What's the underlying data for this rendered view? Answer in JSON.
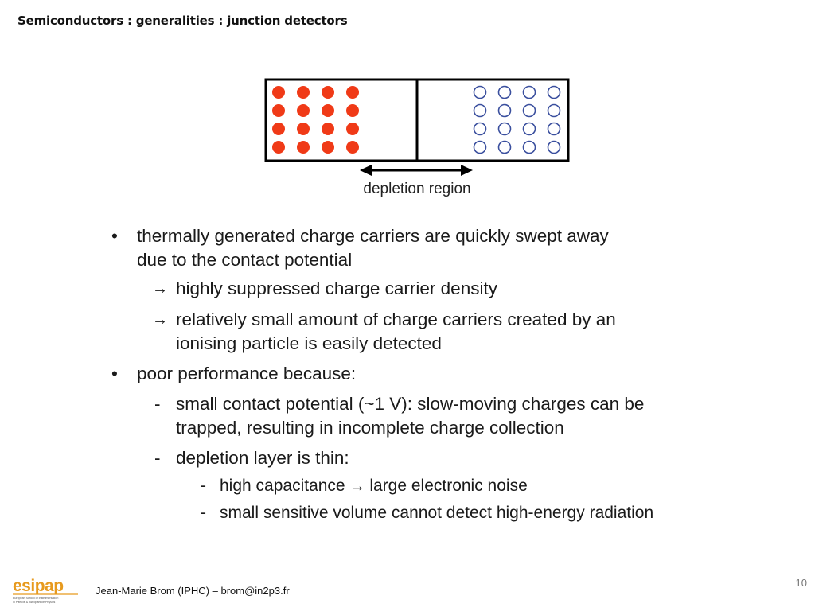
{
  "slide": {
    "title": "Semiconductors : generalities : junction detectors",
    "page_number": "10"
  },
  "diagram": {
    "depletion_label": "depletion region",
    "colors": {
      "filled_dots": "#f03a17",
      "hollow_dots": "#3a4f9e",
      "box": "#000000"
    },
    "left_rows": 4,
    "left_cols": 4,
    "right_rows": 4,
    "right_cols": 4
  },
  "content": {
    "b1_line1": "thermally generated charge carriers are quickly swept away",
    "b1_line2": "due to the contact potential",
    "b1_sub1": "highly suppressed charge carrier density",
    "b1_sub2_line1": "relatively small amount of charge carriers created by an",
    "b1_sub2_line2": "ionising particle is easily detected",
    "b2_line1": "poor performance because:",
    "b2_sub1_line1": "small contact potential (~1 V): slow-moving charges can be",
    "b2_sub1_line2": "trapped, resulting in incomplete charge collection",
    "b2_sub2": "depletion layer is thin:",
    "b2_sub2_item1_a": "high capacitance",
    "b2_sub2_item1_b": "large electronic noise",
    "b2_sub2_item2": "small sensitive volume cannot detect high-energy radiation",
    "bullet_glyph": "•",
    "dash_glyph": "-",
    "arrow_glyph": "→"
  },
  "footer": {
    "author": "Jean-Marie Brom (IPHC) – brom@in2p3.fr",
    "logo_text": "esipap",
    "logo_subtitle_line1": "European School of Instrumentation",
    "logo_subtitle_line2": "in Particle & Astroparticle Physics"
  }
}
